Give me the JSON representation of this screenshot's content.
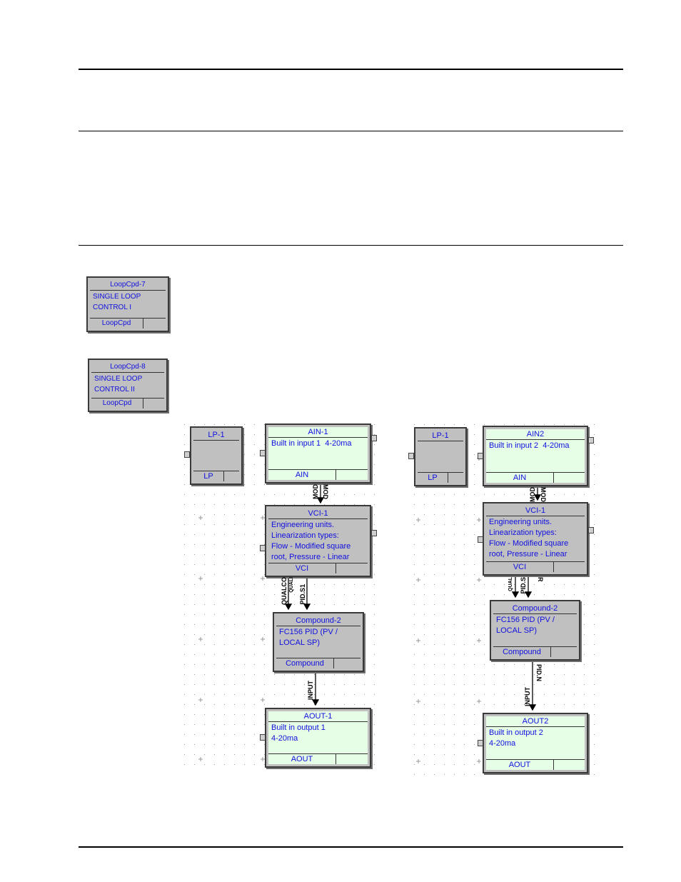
{
  "palette": {
    "block_fill": "#c0c0c0",
    "io_fill": "#e6fde6",
    "label_text": "#1010e0"
  },
  "standalone_blocks": [
    {
      "title": "LoopCpd-7",
      "desc": "SINGLE LOOP\nCONTROL I",
      "type": "LoopCpd"
    },
    {
      "title": "LoopCpd-8",
      "desc": "SINGLE LOOP\nCONTROL II",
      "type": "LoopCpd"
    }
  ],
  "loop1": {
    "lp": {
      "title": "LP-1",
      "type": "LP"
    },
    "ain": {
      "title": "AIN-1",
      "desc": "Built in input 1  4-20ma",
      "type": "AIN"
    },
    "vci": {
      "title": "VCI-1",
      "desc": "Engineering units.\nLinearization types:\nFlow - Modified square\nroot, Pressure - Linear",
      "type": "VCI"
    },
    "compound": {
      "title": "Compound-2",
      "desc": "FC156 PID (PV /\nLOCAL SP)",
      "type": "Compound"
    },
    "aout": {
      "title": "AOUT-1",
      "desc": "Built in output 1\n4-20ma",
      "type": "AOUT"
    },
    "wires": {
      "ain_vci_a": "MOD",
      "ain_vci_b": "MOD",
      "vci_cmp_a": "QUALI",
      "vci_cmp_b": "PID.S1",
      "vci_cmp_c": "QUALCO",
      "cmp_aout": "INPUT"
    }
  },
  "loop2": {
    "lp": {
      "title": "LP-1",
      "type": "LP"
    },
    "ain": {
      "title": "AIN2",
      "desc": "Built in input 2  4-20ma",
      "type": "AIN"
    },
    "vci": {
      "title": "VCI-1",
      "desc": "Engineering units.\nLinearization types:\nFlow - Modified square\nroot, Pressure - Linear",
      "type": "VCI"
    },
    "compound": {
      "title": "Compound-2",
      "desc": "FC156 PID (PV /\nLOCAL SP)",
      "type": "Compound"
    },
    "aout": {
      "title": "AOUT2",
      "desc": "Built in output 2\n4-20ma",
      "type": "AOUT"
    },
    "wires": {
      "ain_vci_a": "MOD",
      "ain_vci_b": "MOD",
      "vci_cmp_a": "QUAL",
      "vci_cmp_b": "PID.S",
      "vci_cmp_c": "R",
      "cmp_aout_a": "PID.N",
      "cmp_aout_b": "INPUT"
    }
  }
}
